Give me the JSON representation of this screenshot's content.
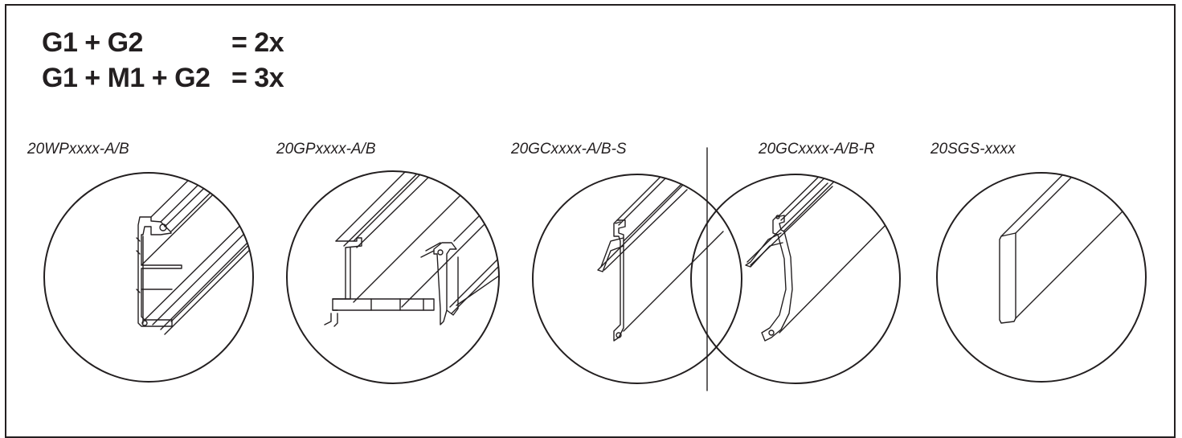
{
  "formulas": [
    {
      "left": "G1 + G2",
      "right": "= 2x"
    },
    {
      "left": "G1 + M1 + G2",
      "right": "= 3x"
    }
  ],
  "profiles": [
    {
      "code": "20WPxxxx-A/B"
    },
    {
      "code": "20GPxxxx-A/B"
    },
    {
      "code": "20GCxxxx-A/B-S"
    },
    {
      "code": "20GCxxxx-A/B-R"
    },
    {
      "code": "20SGS-xxxx"
    }
  ]
}
